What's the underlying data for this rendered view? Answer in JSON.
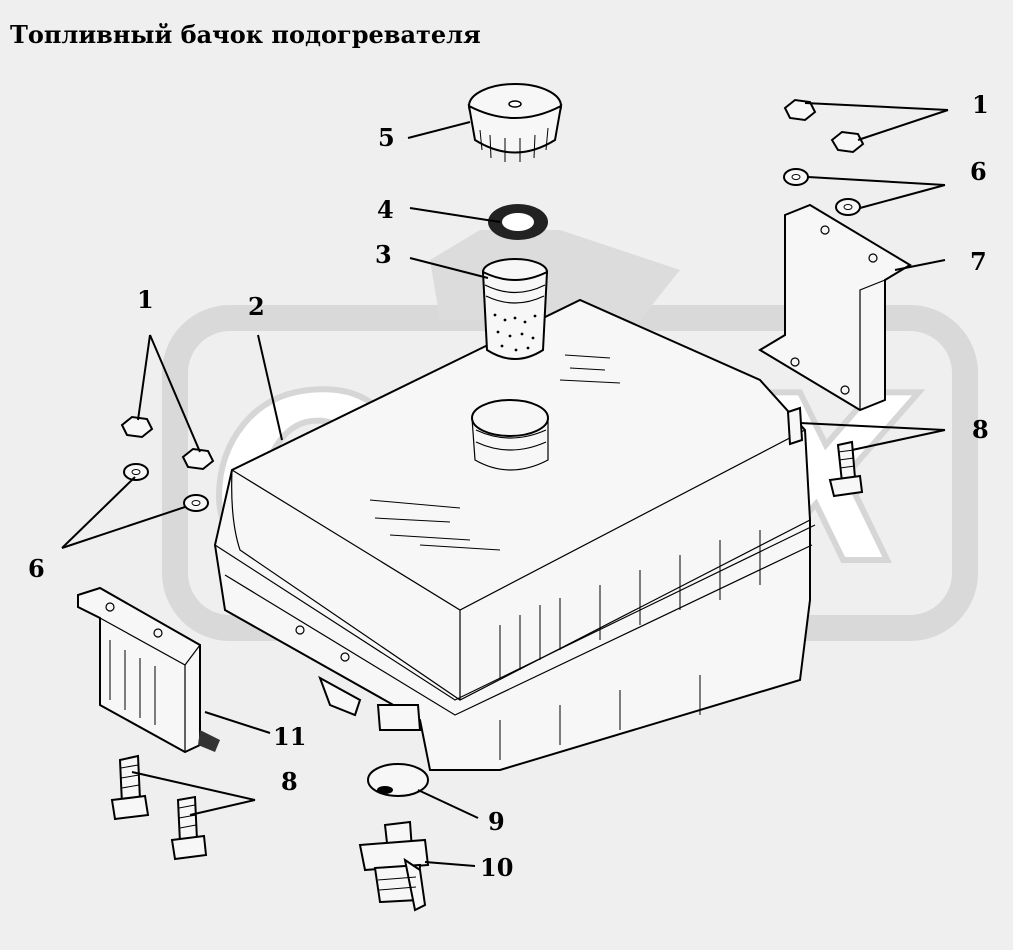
{
  "title": "Топливный бачок подогревателя",
  "watermark": "OPEX",
  "callouts": {
    "nut_right": "1",
    "washer_right": "6",
    "bracket_right": "7",
    "stud_right": "8",
    "nut_left": "1",
    "tank": "2",
    "filter": "3",
    "gasket": "4",
    "cap": "5",
    "washer_left": "6",
    "bracket_left": "11",
    "stud_left": "8",
    "drain_washer": "9",
    "drain_valve": "10"
  },
  "colors": {
    "background": "#efefef",
    "watermark": "#d6d6d6",
    "line": "#000000"
  }
}
